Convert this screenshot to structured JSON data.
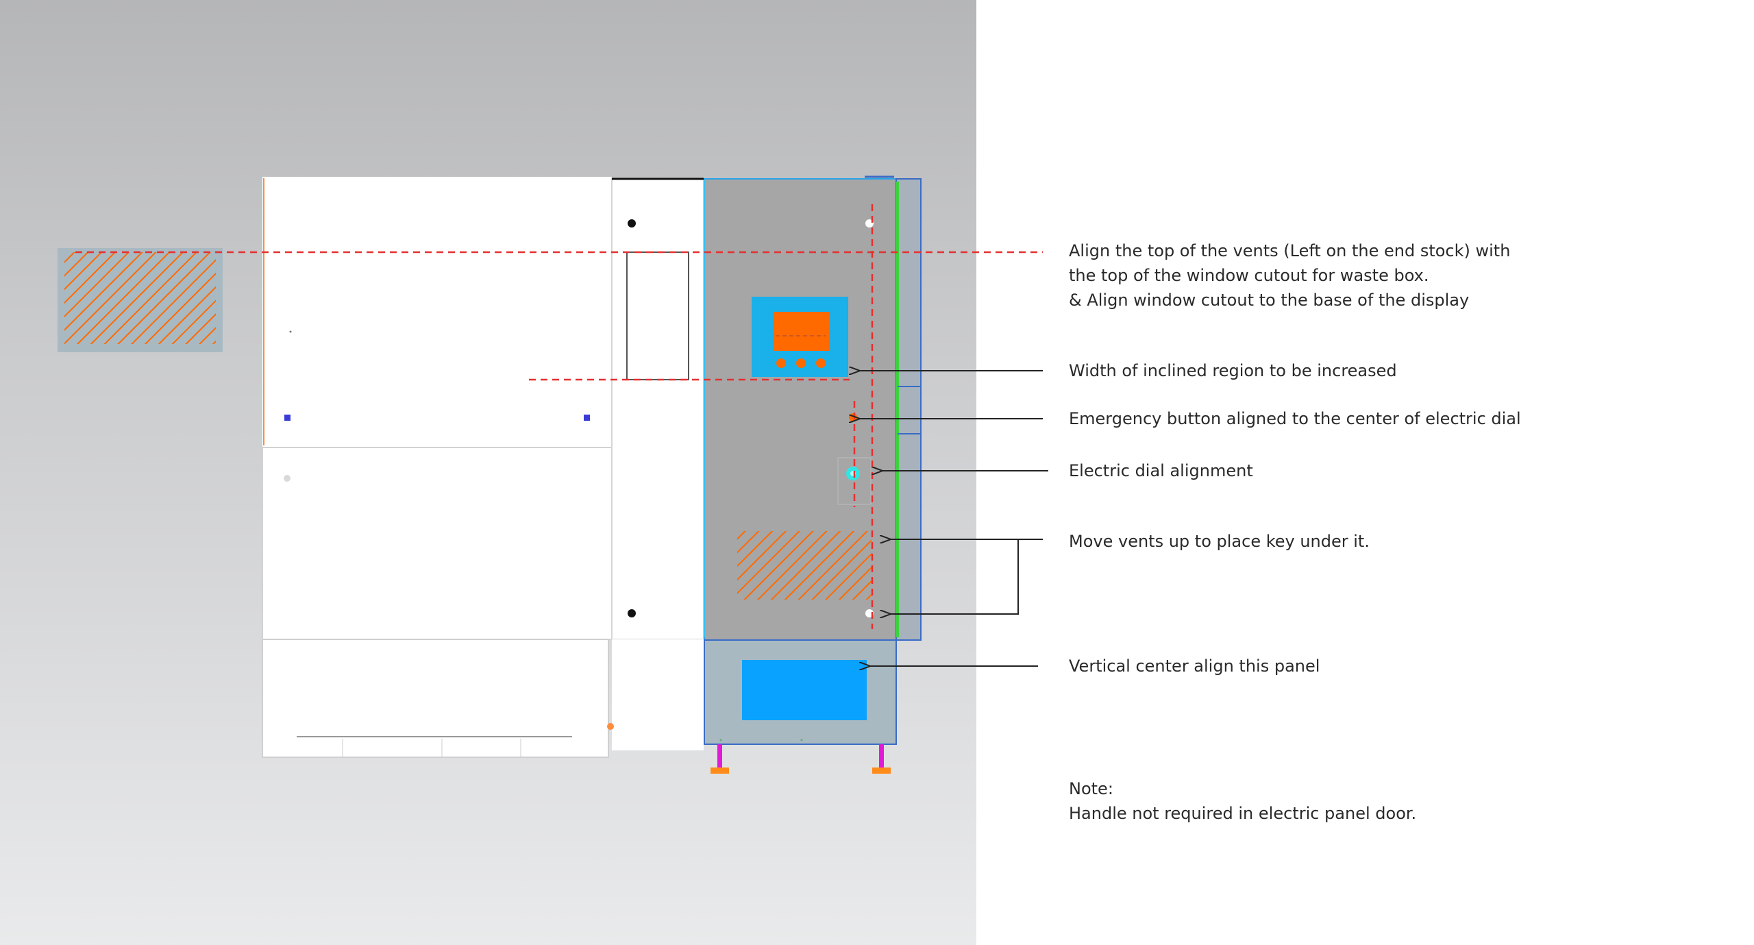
{
  "annotations": {
    "vents_align": {
      "line1": "Align the top of the vents (Left on the end stock) with",
      "line2": "the top of the window cutout for waste box.",
      "line3": "& Align window cutout to the base of the display"
    },
    "inclined_region": "Width of inclined region to be increased",
    "emergency_button": "Emergency button aligned to the center of electric dial",
    "electric_dial": "Electric dial alignment",
    "move_vents": "Move vents up to place key under it.",
    "panel_center": "Vertical center align this panel",
    "note": {
      "heading": "Note:",
      "text": "Handle not required in electric panel door."
    }
  },
  "colors": {
    "cabinet_gray": "#a6a6a6",
    "display_blue": "#1ab0ea",
    "panel_blue": "#0aa2ff",
    "accent_orange": "#ff6a00",
    "guide_red": "#e53030",
    "edge_green": "#3cd33c",
    "foot_magenta": "#e01ad6"
  }
}
